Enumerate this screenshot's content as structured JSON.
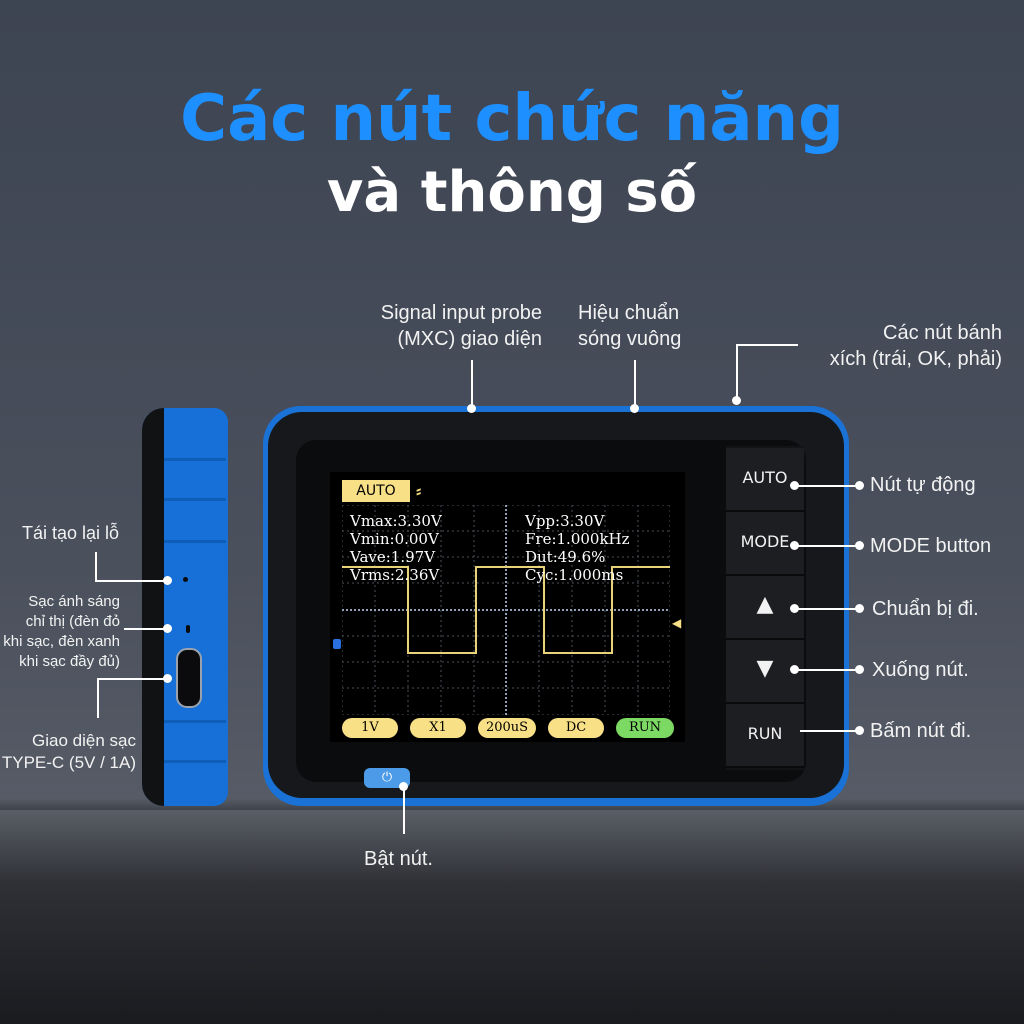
{
  "heading": {
    "line1": "Các nút chức năng",
    "line2": "và thông số"
  },
  "callouts": {
    "signal_probe": [
      "Signal input probe",
      "(MXC) giao diện"
    ],
    "square_wave": [
      "Hiệu chuẩn",
      "sóng vuông"
    ],
    "wheel_buttons": [
      "Các nút bánh",
      "xích (trái, OK, phải)"
    ],
    "auto": "Nút tự động",
    "mode": "MODE button",
    "up": "Chuẩn bị đi.",
    "down": "Xuống nút.",
    "run": "Bấm nút đi.",
    "power": "Bật nút.",
    "reset": "Tái tạo lại lỗ",
    "indicator": [
      "Sạc ánh sáng",
      "chỉ thị (đèn đỏ",
      "khi sạc, đèn xanh",
      "khi sạc đầy đủ)"
    ],
    "charging": [
      "Giao diện sạc",
      "TYPE-C (5V / 1A)"
    ]
  },
  "screen": {
    "mode_tag": "AUTO",
    "measurements_left": [
      "Vmax:3.30V",
      "Vmin:0.00V",
      "Vave:1.97V",
      "Vrms:2.36V"
    ],
    "measurements_right": [
      "Vpp:3.30V",
      "Fre:1.000kHz",
      "Dut:49.6%",
      "Cyc:1.000ms"
    ],
    "chips": [
      "1V",
      "X1",
      "200uS",
      "DC",
      "RUN"
    ]
  },
  "buttons": {
    "auto": "AUTO",
    "mode": "MODE",
    "up": "▲",
    "down": "▼",
    "run": "RUN"
  },
  "colors": {
    "accent_blue": "#1e8fff",
    "device_blue": "#1a72d6",
    "trace_yellow": "#e8d27a",
    "chip_yellow": "#f7e086",
    "chip_green": "#7bd964"
  }
}
